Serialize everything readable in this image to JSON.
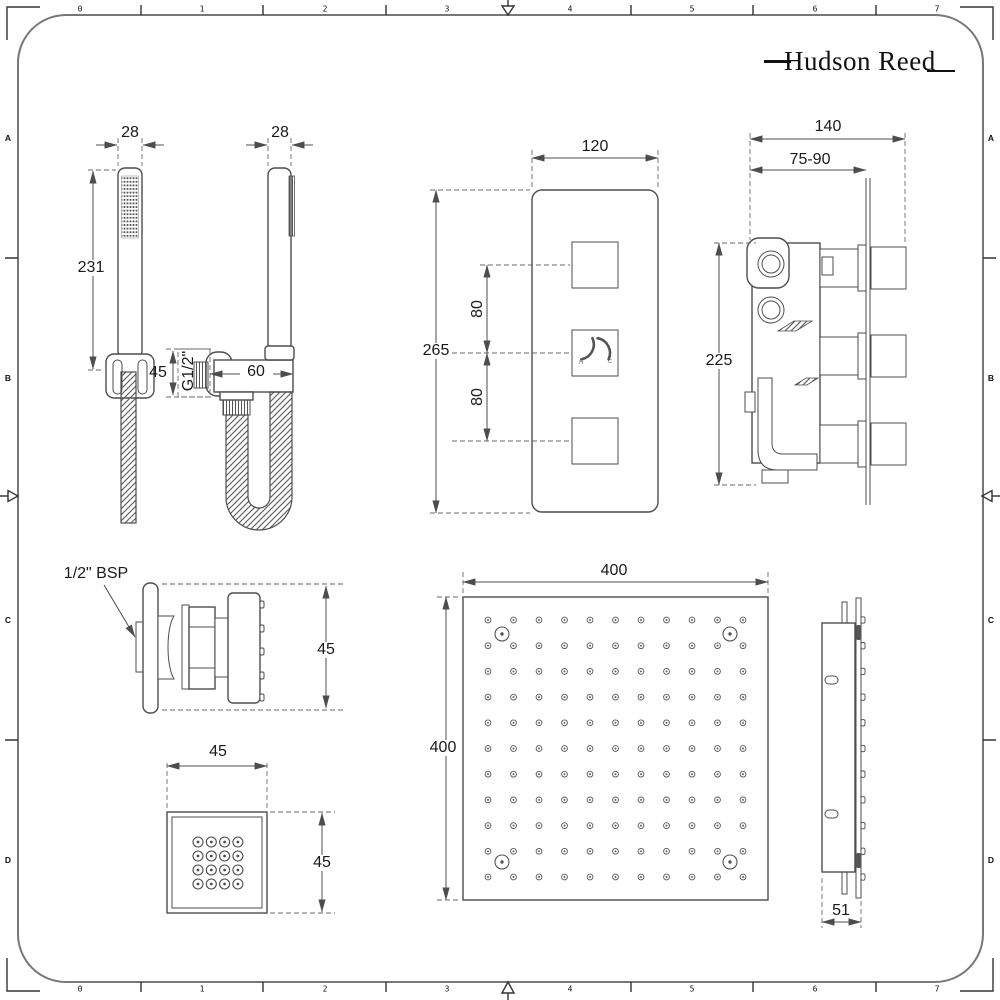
{
  "logo": {
    "brand": "Hudson Reed"
  },
  "rulers": {
    "top": [
      "0",
      "1",
      "2",
      "3",
      "4",
      "5",
      "6",
      "7"
    ],
    "bottom": [
      "0",
      "1",
      "2",
      "3",
      "4",
      "5",
      "6",
      "7"
    ],
    "left": [
      "A",
      "B",
      "C",
      "D"
    ],
    "right": [
      "A",
      "B",
      "C",
      "D"
    ]
  },
  "views": {
    "handset_front": {
      "width": "28",
      "height": "231"
    },
    "handset_side": {
      "width": "28",
      "holder_height": "45",
      "thread": "G1/2\"",
      "holder_width": "60"
    },
    "valve_front": {
      "width": "120",
      "height": "265",
      "upper_spacing": "80",
      "lower_spacing": "80",
      "dial_hot": "H",
      "dial_cold": "C"
    },
    "valve_side": {
      "depth": "140",
      "install_range": "75-90",
      "height": "225"
    },
    "body_jet_side": {
      "thread": "1/2\" BSP",
      "height": "45"
    },
    "body_jet_front": {
      "width": "45",
      "height": "45"
    },
    "shower_head_front": {
      "width": "400",
      "height": "400"
    },
    "shower_head_side": {
      "depth": "51"
    }
  },
  "colors": {
    "background": "#ffffff",
    "line": "#4d4d4d",
    "frame": "#777777",
    "text": "#1a1a1a"
  }
}
